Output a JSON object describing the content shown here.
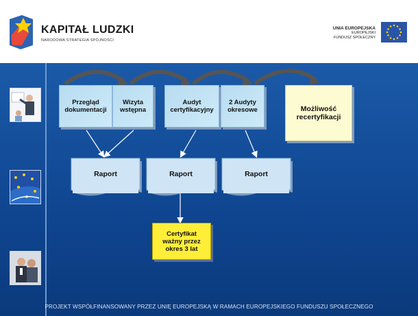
{
  "header": {
    "brand_title": "KAPITAŁ LUDZKI",
    "brand_subtitle": "NARODOWA STRATEGIA SPÓJNOŚCI",
    "eu_line1": "UNIA EUROPEJSKA",
    "eu_line2": "EUROPEJSKI",
    "eu_line3": "FUNDUSZ SPOŁECZNY"
  },
  "colors": {
    "background": "#0f4590",
    "step_box": "#c4e3f4",
    "final_step": "#fdfbd1",
    "certificate": "#ffee38",
    "arrow": "#5a5a5a"
  },
  "steps": [
    {
      "line1": "Przegląd",
      "line2": "dokumentacji"
    },
    {
      "line1": "Wizyta",
      "line2": "wstępna"
    },
    {
      "line1": "Audyt",
      "line2": "certyfikacyjny"
    },
    {
      "line1": "2 Audyty",
      "line2": "okresowe"
    },
    {
      "line1": "Możliwość",
      "line2": "recertyfikacji"
    }
  ],
  "reports": [
    "Raport",
    "Raport",
    "Raport"
  ],
  "certificate": {
    "line1": "Certyfikat",
    "line2": "ważny przez",
    "line3": "okres 3 lat"
  },
  "footer": "PROJEKT WSPÓŁFINANSOWANY PRZEZ UNIĘ EUROPEJSKĄ W RAMACH EUROPEJSKIEGO FUNDUSZU SPOŁECZNEGO",
  "icons": [
    "kapital-ludzki-logo-icon",
    "eu-flag-icon",
    "presenter-photo",
    "eu-stars-photo",
    "business-people-photo"
  ]
}
